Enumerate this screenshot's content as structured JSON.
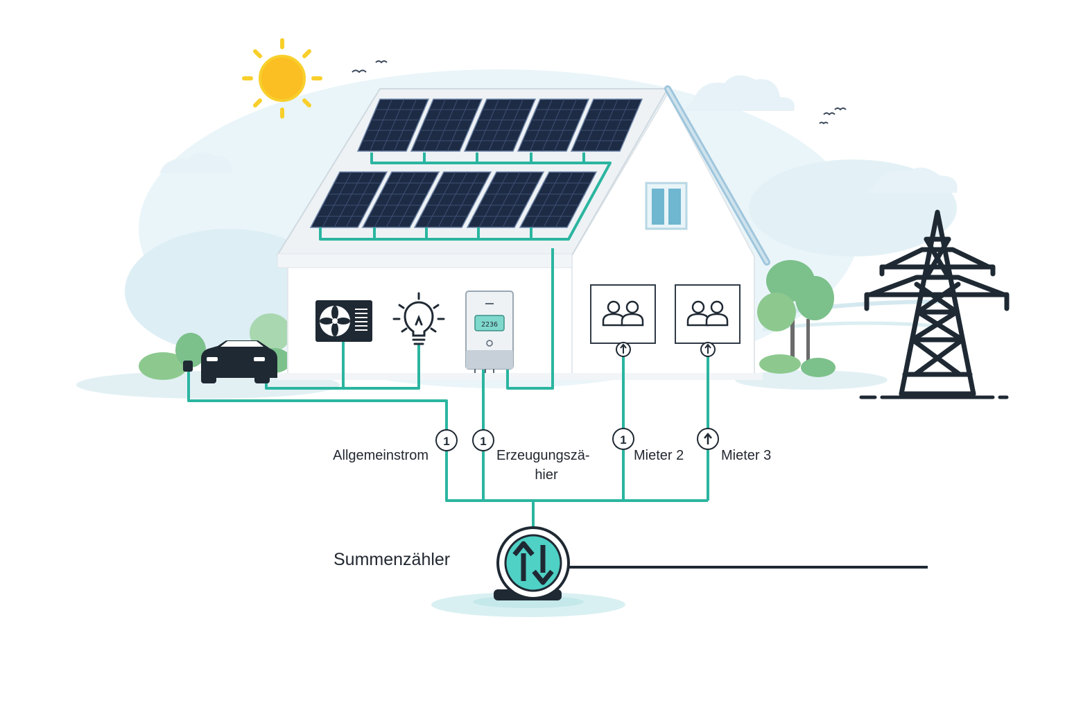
{
  "labels": {
    "allgemeinstrom": "Allgemeinstrom",
    "erzeugung_line1": "Erzeugungszä-",
    "erzeugung_line2": "hier",
    "mieter2": "Mieter 2",
    "mieter3": "Mieter 3",
    "summenzaehler": "Summenzähler"
  },
  "meter_badge_digit": "1",
  "inverter_display": "2236",
  "colors": {
    "wire": "#2bb5a0",
    "sun": "#fbbf24",
    "sun_rays": "#f8cf2b",
    "panel": "#1e2b45",
    "dark": "#1f2933",
    "sky": "#e3f1f6",
    "tree": "#7cc08b",
    "meter_fill": "#4fd1c5",
    "roof": "#eef2f5",
    "roof_edge": "#9fc6dc"
  },
  "icons": {
    "sun": "sun-icon",
    "car": "car-icon",
    "heat_pump": "heat-pump-icon",
    "bulb": "lightbulb-icon",
    "inverter": "inverter-icon",
    "tenant": "people-icon",
    "pylon": "power-pylon-icon",
    "meter": "bidirectional-meter-icon"
  }
}
